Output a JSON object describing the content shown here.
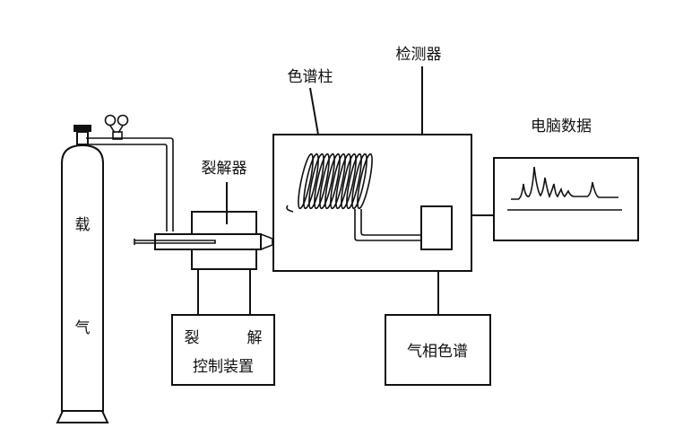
{
  "labels": {
    "column": "色谱柱",
    "detector": "检测器",
    "computer": "电脑数据",
    "pyrolyzer": "裂解器",
    "carrier_gas_1": "载",
    "carrier_gas_2": "气",
    "controller_line1_a": "裂",
    "controller_line1_b": "解",
    "controller_line2": "控制装置",
    "gc": "气相色谱"
  },
  "colors": {
    "stroke": "#111111",
    "background": "#ffffff"
  }
}
